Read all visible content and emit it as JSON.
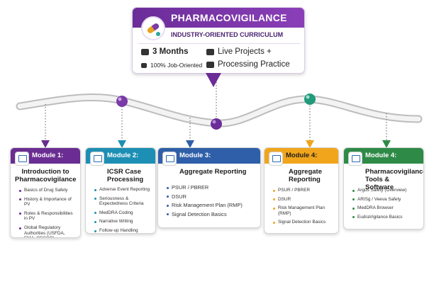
{
  "header": {
    "title": "PHARMACOVIGILANCE",
    "subtitle": "INDUSTRY-ORIENTED CURRICULUM",
    "duration": "3 Months",
    "projects": "Live Projects +",
    "job": "100% Job-Oriented",
    "practice": "Processing Practice",
    "accent_color": "#6b2c98"
  },
  "modules": [
    {
      "label": "Module 1:",
      "title_line1": "Introduction to",
      "title_line2": "Pharmacovigilance",
      "color": "#6a2d91",
      "items": [
        "Basics of Drug Safety",
        "History & Importance of PV",
        "Roles & Responsibilities in PV",
        "Global Regulatory Authorities (USFDA, EMA, CDSCO)"
      ]
    },
    {
      "label": "Module 2:",
      "title_line1": "ICSR Case",
      "title_line2": "Processing",
      "color": "#1d8fb4",
      "items": [
        "Adverse Event Reporting",
        "Seriousness & Expectedness Criteria",
        "MedDRA Coding",
        "Narrative Writing",
        "Follow-up Handling"
      ]
    },
    {
      "label": "Module 3:",
      "title_line1": "Aggregate Reporting",
      "color": "#2f5fa8",
      "items": [
        "PSUR / PBRER",
        "DSUR",
        "Risk Management Plan (RMP)",
        "Signal Detection Basics"
      ]
    },
    {
      "label": "Module 4:",
      "title_line1": "Aggregate",
      "title_line2": "Reporting",
      "color": "#f0a51c",
      "items": [
        "PSUR / PBRER",
        "DSUR",
        "Risk Management Plan (RMP)",
        "Signal Detection Basics"
      ]
    },
    {
      "label": "Module 4:",
      "title_line1": "Pharmacovigilance",
      "title_line2": "Tools & Software",
      "color": "#2e8a47",
      "items": [
        "Argus Safety (Overview)",
        "ARISg / Veeva Safety",
        "MedDRA Browser",
        "EudraVigilance Basics"
      ]
    }
  ]
}
